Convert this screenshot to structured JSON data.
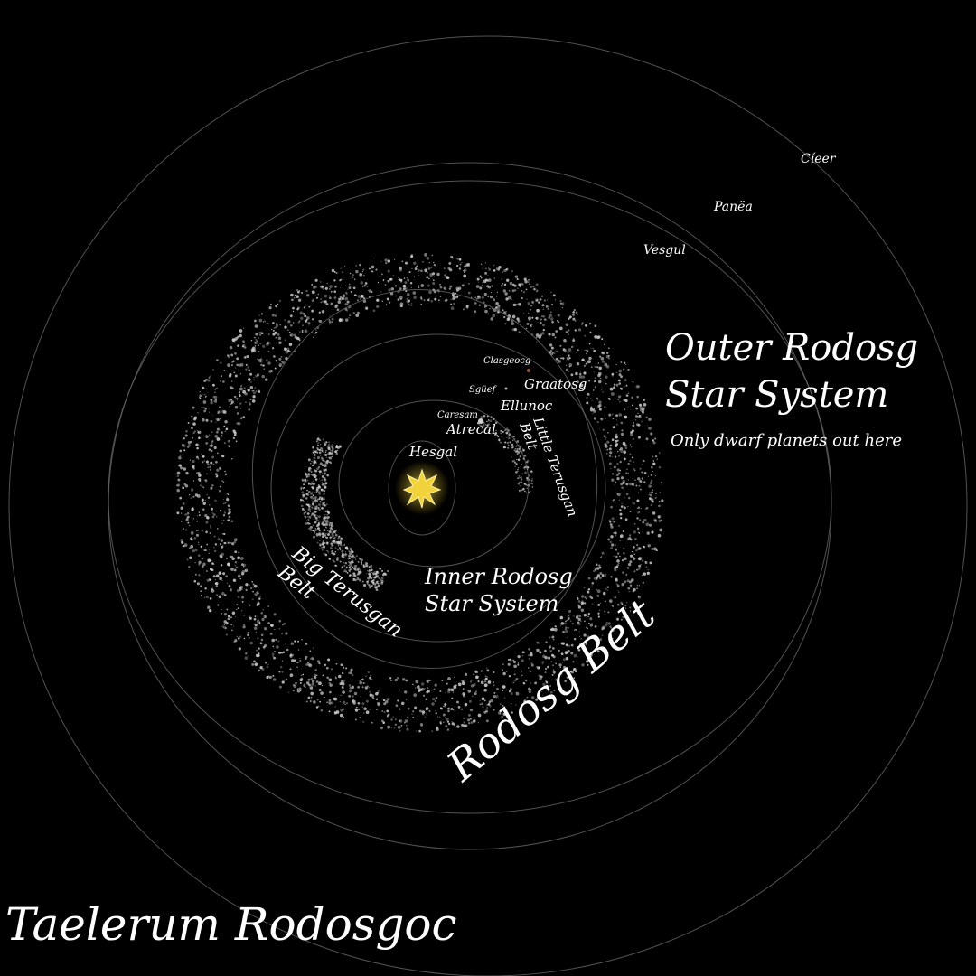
{
  "title": "Taelerum Rodosgoc",
  "star": {
    "color": "#f2d23a",
    "glow": "#fff2a0"
  },
  "planets": [
    {
      "name": "Hesgal",
      "dot": null
    },
    {
      "name": "Atrecal",
      "dot": "#d0d0d0"
    },
    {
      "name": "Caresam",
      "dot": null
    },
    {
      "name": "Sgüef",
      "dot": null
    },
    {
      "name": "Ellunoc",
      "dot": null
    },
    {
      "name": "Clasgeocg",
      "dot": null
    },
    {
      "name": "Graatosg",
      "dot": "#8a5a3a"
    }
  ],
  "dwarf_planets": [
    "Vesgul",
    "Panëa",
    "Cíeer"
  ],
  "regions": {
    "inner": [
      "Inner Rodosg",
      "Star System"
    ],
    "outer": [
      "Outer Rodosg",
      "Star System"
    ],
    "outer_note": "Only dwarf planets out here"
  },
  "belts": {
    "little": [
      "Little Terusgan",
      "Belt"
    ],
    "big": [
      "Big Terusgan",
      "Belt"
    ],
    "main": "Rodosg Belt"
  },
  "colors": {
    "background": "#000000",
    "text": "#ffffff",
    "orbit": "#6e6e6e",
    "asteroid": "#cfcfcf"
  }
}
